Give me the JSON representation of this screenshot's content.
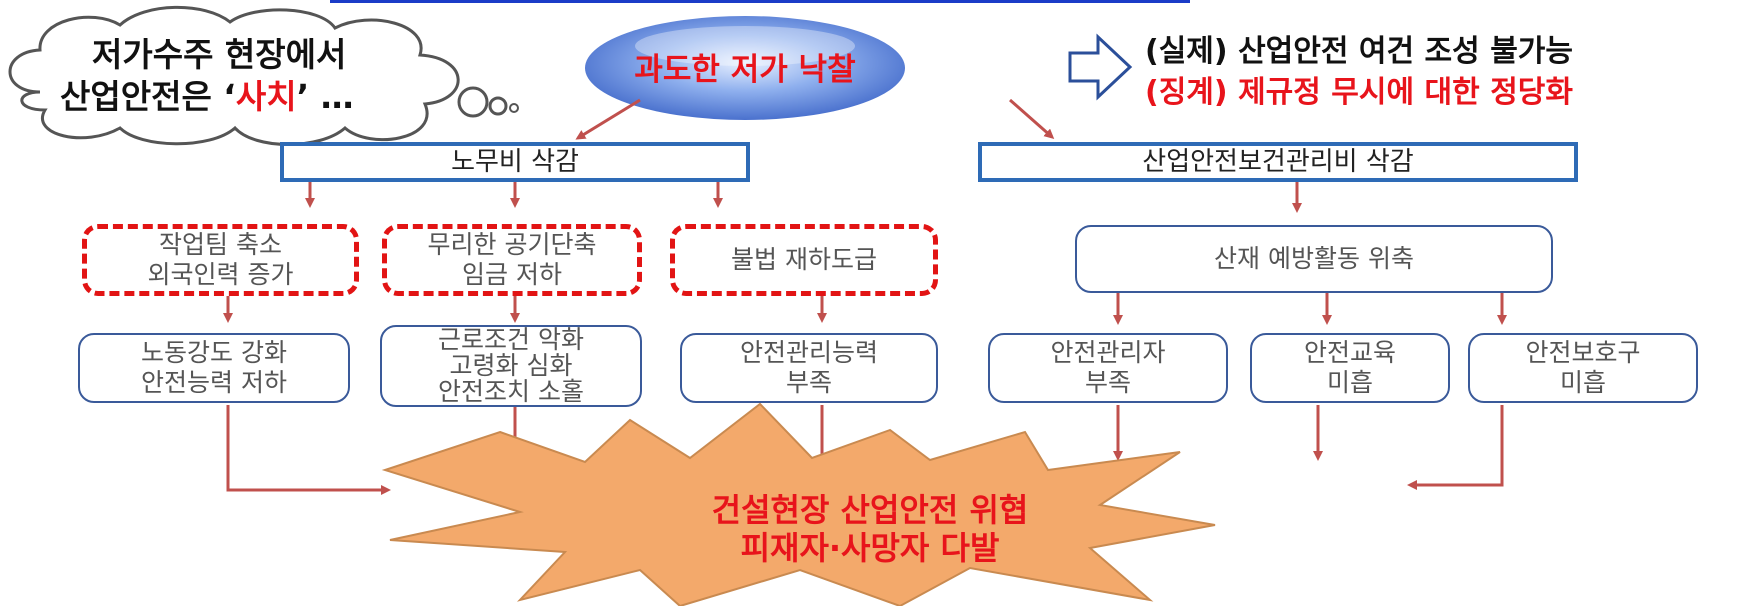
{
  "thought_bubble": {
    "line1": "저가수주 현장에서",
    "line2_prefix": "산업안전은 ‘",
    "line2_highlight": "사치",
    "line2_suffix": "’ …"
  },
  "main_ellipse": {
    "label": "과도한 저가 낙찰"
  },
  "consequence": {
    "line1": "(실제) 산업안전 여건 조성 불가능",
    "line2": "(징계) 제규정 무시에 대한 정당화"
  },
  "left_branch": {
    "header": "노무비 삭감",
    "causes": [
      {
        "lines": [
          "작업팀 축소",
          "외국인력 증가"
        ]
      },
      {
        "lines": [
          "무리한 공기단축",
          "임금 저하"
        ]
      },
      {
        "lines": [
          "불법 재하도급"
        ]
      }
    ],
    "effects": [
      {
        "lines": [
          "노동강도 강화",
          "안전능력 저하"
        ]
      },
      {
        "lines": [
          "근로조건 악화",
          "고령화 심화",
          "안전조치 소홀"
        ]
      },
      {
        "lines": [
          "안전관리능력",
          "부족"
        ]
      }
    ]
  },
  "right_branch": {
    "header": "산업안전보건관리비 삭감",
    "cause": {
      "lines": [
        "산재 예방활동 위축"
      ]
    },
    "effects": [
      {
        "lines": [
          "안전관리자",
          "부족"
        ]
      },
      {
        "lines": [
          "안전교육",
          "미흡"
        ]
      },
      {
        "lines": [
          "안전보호구",
          "미흡"
        ]
      }
    ]
  },
  "result": {
    "line1": "건설현장 산업안전 위협",
    "line2": "피재자·사망자 다발"
  },
  "colors": {
    "arrow": "#c0504d",
    "box_border": "#3a5a9a",
    "header_border": "#2e6bb6",
    "dashed_border": "#e21414",
    "highlight_text": "#e8141b",
    "star_fill": "#f3a96b",
    "star_stroke": "#c98a50",
    "ellipse_fill": "#4f7bd8"
  }
}
